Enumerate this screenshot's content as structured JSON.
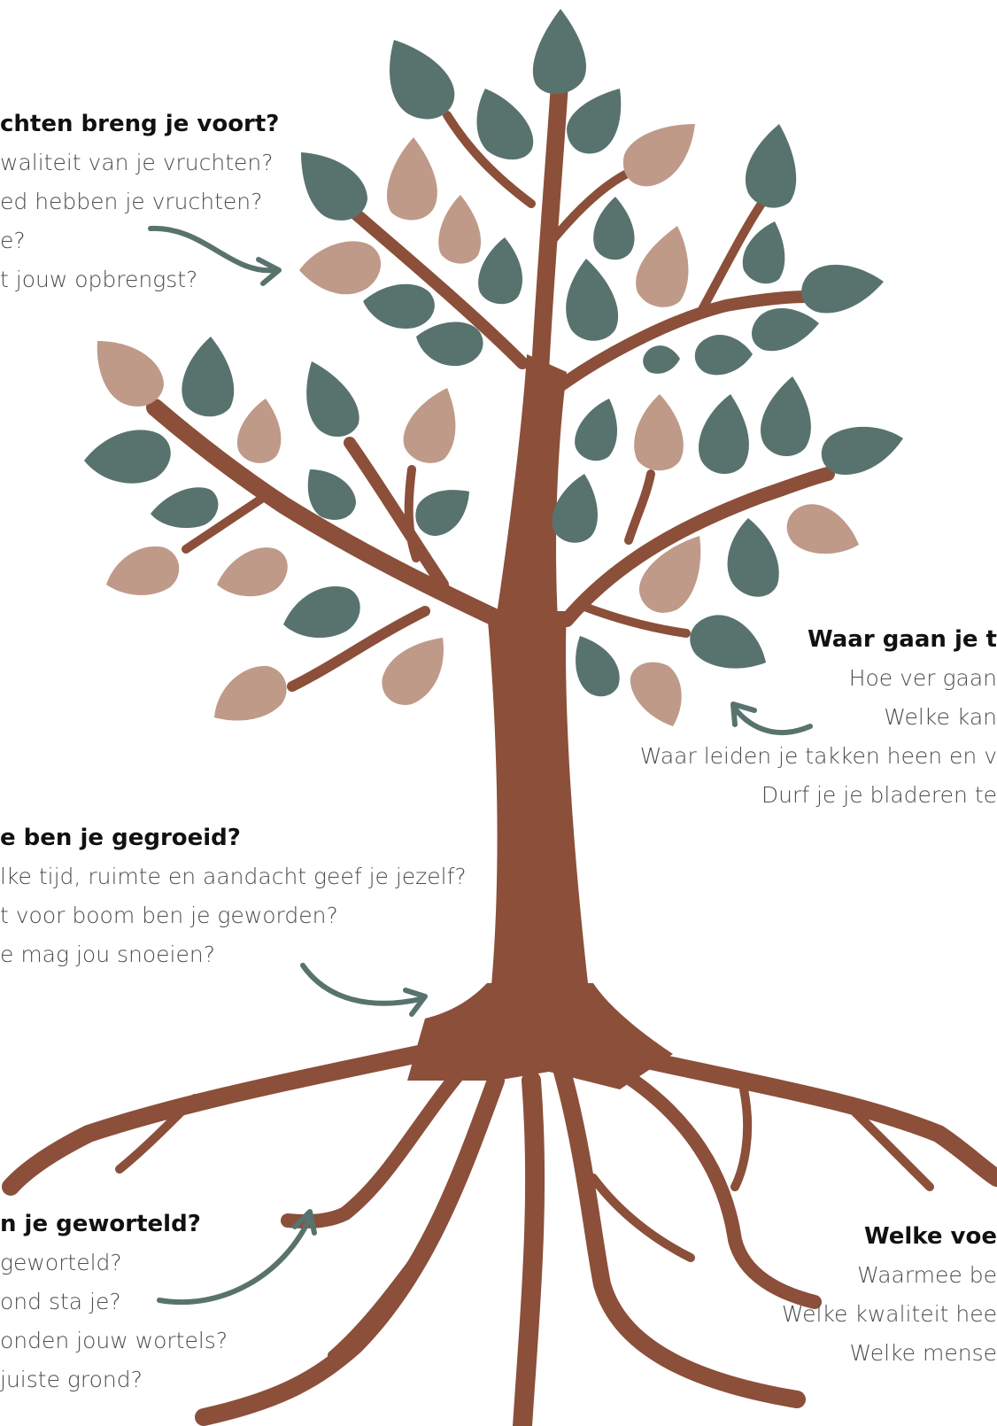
{
  "colors": {
    "trunk": "#8b4f3a",
    "leaf_green": "#58736d",
    "leaf_pink": "#bf9a89",
    "arrow": "#58736d",
    "title": "#111111",
    "text": "#4d4d4d"
  },
  "blocks": {
    "fruits": {
      "title": "chten breng je voort?",
      "lines": [
        "waliteit van je vruchten?",
        "ed hebben je vruchten?",
        "e?",
        "t jouw opbrengst?"
      ]
    },
    "branches": {
      "title": "Waar gaan je t",
      "lines": [
        "Hoe ver gaan",
        "Welke kan",
        "Waar leiden je takken heen en v",
        "Durf je je bladeren te"
      ]
    },
    "growth": {
      "title": "e ben je gegroeid?",
      "lines": [
        "lke tijd, ruimte en aandacht geef je jezelf?",
        "t voor boom ben je geworden?",
        "e mag jou snoeien?"
      ]
    },
    "roots": {
      "title": "n je geworteld?",
      "lines": [
        "geworteld?",
        "ond sta je?",
        "onden jouw wortels?",
        "juiste grond?"
      ]
    },
    "nourish": {
      "title": "Welke voe",
      "lines": [
        "Waarmee be",
        "Welke kwaliteit hee",
        "Welke mense"
      ]
    }
  }
}
